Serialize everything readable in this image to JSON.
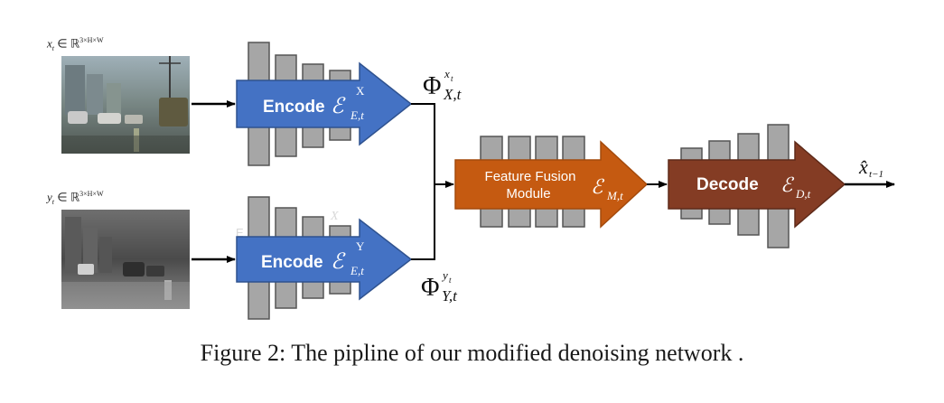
{
  "inputs": {
    "x_label": {
      "var": "x",
      "sub": "t",
      "rel": "∈ ℝ",
      "sup": "3×H×W"
    },
    "y_label": {
      "var": "y",
      "sub": "t",
      "rel": "∈ ℝ",
      "sup": "3×H×W"
    }
  },
  "blocks": {
    "encoder_x": {
      "label": "Encode",
      "symbol": "ℰ",
      "sup": "X",
      "sub": "E,t",
      "color": "#4472c4"
    },
    "encoder_y": {
      "label": "Encode",
      "symbol": "ℰ",
      "sup": "Y",
      "sub": "E,t",
      "color": "#4472c4"
    },
    "fusion": {
      "label_line1": "Feature  Fusion",
      "label_line2": "Module",
      "symbol": "ℰ",
      "sub": "M,t",
      "color": "#c55a11"
    },
    "decoder": {
      "label": "Decode",
      "symbol": "ℰ",
      "sub": "D,t",
      "color": "#843c24"
    }
  },
  "features": {
    "phi_x": {
      "symbol": "Φ",
      "sup": "x",
      "sup_sub": "t",
      "sub": "X,t"
    },
    "phi_y": {
      "symbol": "Φ",
      "sup": "y",
      "sup_sub": "t",
      "sub": "Y,t"
    }
  },
  "output": {
    "symbol": "x̂",
    "sub": "t−1"
  },
  "faint_marks": {
    "left": "E",
    "right": "X"
  },
  "caption": "Figure 2: The pipline of our modified denoising network ."
}
